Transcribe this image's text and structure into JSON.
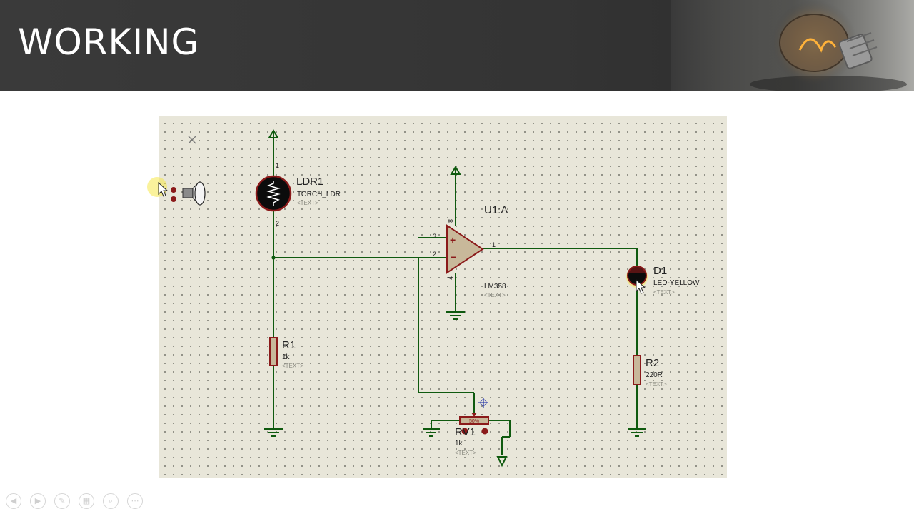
{
  "slide": {
    "title": "WORKING"
  },
  "schematic": {
    "ldr": {
      "ref": "LDR1",
      "value": "TORCH_LDR",
      "text": "<TEXT>",
      "pin_top": "1",
      "pin_bottom": "2"
    },
    "r1": {
      "ref": "R1",
      "value": "1k",
      "text": "<TEXT>"
    },
    "opamp": {
      "ref": "U1:A",
      "value": "LM358",
      "text": "<TEXT>",
      "pin_plus": "3",
      "pin_minus": "2",
      "pin_out": "1",
      "pin_vcc": "8",
      "pin_gnd": "4",
      "plus_sign": "+",
      "minus_sign": "−"
    },
    "d1": {
      "ref": "D1",
      "value": "LED-YELLOW",
      "text": "<TEXT>"
    },
    "r2": {
      "ref": "R2",
      "value": "220R",
      "text": "<TEXT>"
    },
    "rv1": {
      "ref": "RV1",
      "value": "1k",
      "text": "<TEXT>",
      "percent": "50%"
    }
  },
  "colors": {
    "wire": "#0f5a0f",
    "component": "#8b1a1a",
    "body_fill": "#c8b89a",
    "accent_yellow": "#f5e84a"
  },
  "icons": [
    "close-x-icon",
    "torch-icon",
    "mouse-cursor-icon",
    "probe-crosshair-icon"
  ],
  "navigation": [
    "back-icon",
    "forward-icon",
    "pen-icon",
    "slides-icon",
    "zoom-icon",
    "more-icon"
  ]
}
